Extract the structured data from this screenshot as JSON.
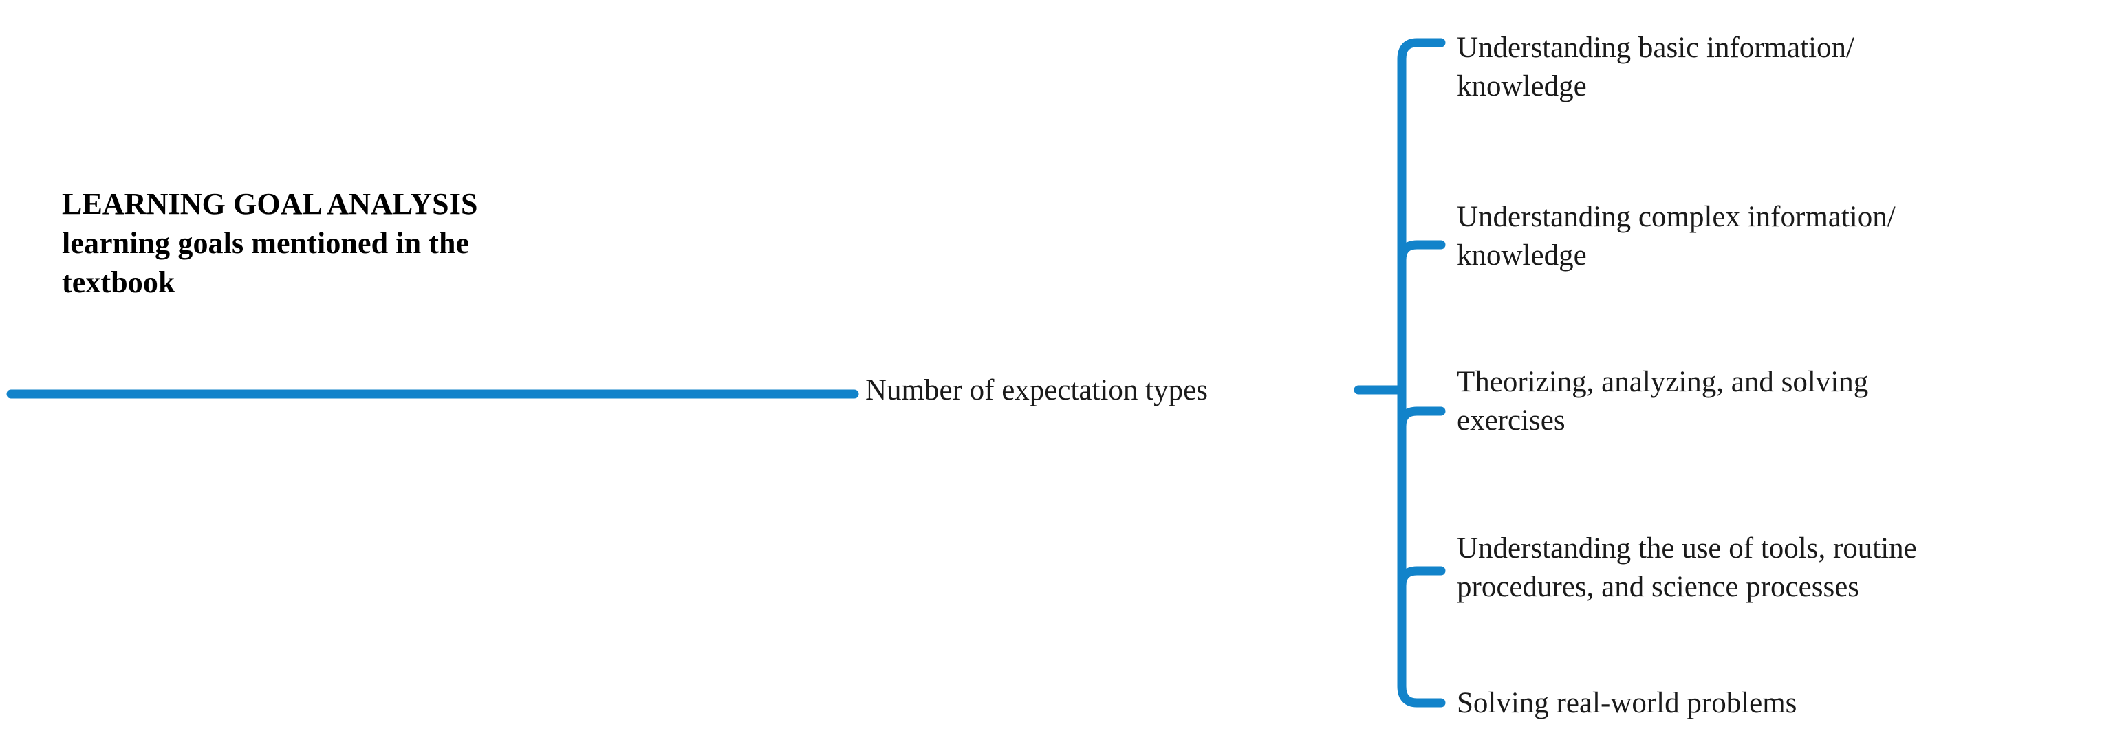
{
  "diagram": {
    "type": "mind-map",
    "accent_color": "#1283ca",
    "text_color": "#1a1a1a",
    "background_color": "#ffffff",
    "root": {
      "lines": [
        "LEARNING GOAL ANALYSIS",
        "learning goals mentioned in the",
        "textbook"
      ],
      "bold": true
    },
    "middle": {
      "label": "Number of expectation types"
    },
    "leaves": [
      {
        "id": "leaf-0",
        "lines": [
          "Understanding basic information/",
          "knowledge"
        ]
      },
      {
        "id": "leaf-1",
        "lines": [
          "Understanding complex information/",
          "knowledge"
        ]
      },
      {
        "id": "leaf-2",
        "lines": [
          "Theorizing, analyzing, and solving",
          "exercises"
        ]
      },
      {
        "id": "leaf-3",
        "lines": [
          "Understanding the use of tools, routine",
          "procedures, and science processes"
        ]
      },
      {
        "id": "leaf-4",
        "lines": [
          "Solving real-world problems"
        ]
      }
    ]
  }
}
